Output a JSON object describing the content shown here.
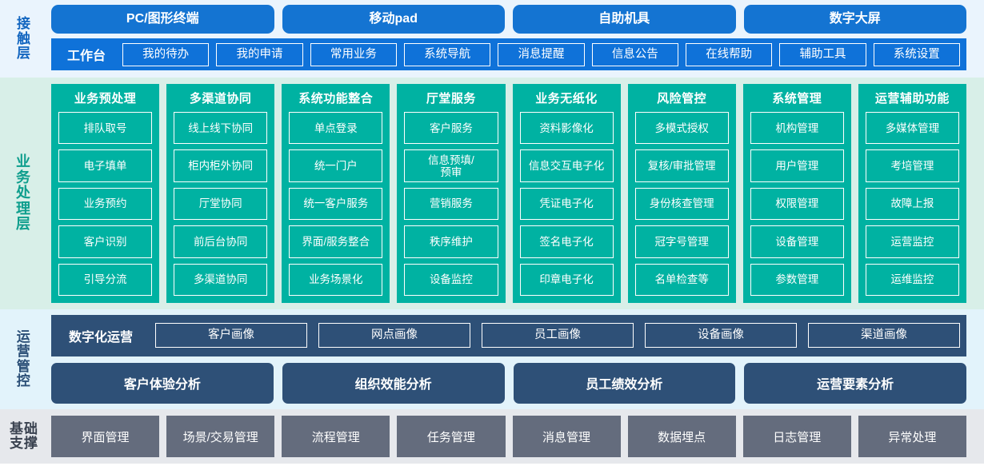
{
  "layers": {
    "contact": {
      "label": "接触层",
      "channels": [
        "PC/图形终端",
        "移动pad",
        "自助机具",
        "数字大屏"
      ],
      "workbench_title": "工作台",
      "workbench_items": [
        "我的待办",
        "我的申请",
        "常用业务",
        "系统导航",
        "消息提醒",
        "信息公告",
        "在线帮助",
        "辅助工具",
        "系统设置"
      ]
    },
    "business": {
      "label": "业务处理层",
      "columns": [
        {
          "title": "业务预处理",
          "items": [
            "排队取号",
            "电子填单",
            "业务预约",
            "客户识别",
            "引导分流"
          ]
        },
        {
          "title": "多渠道协同",
          "items": [
            "线上线下协同",
            "柜内柜外协同",
            "厅堂协同",
            "前后台协同",
            "多渠道协同"
          ]
        },
        {
          "title": "系统功能整合",
          "items": [
            "单点登录",
            "统一门户",
            "统一客户服务",
            "界面/服务整合",
            "业务场景化"
          ]
        },
        {
          "title": "厅堂服务",
          "items": [
            "客户服务",
            "信息预填/\n预审",
            "营销服务",
            "秩序维护",
            "设备监控"
          ]
        },
        {
          "title": "业务无纸化",
          "items": [
            "资料影像化",
            "信息交互电子化",
            "凭证电子化",
            "签名电子化",
            "印章电子化"
          ]
        },
        {
          "title": "风险管控",
          "items": [
            "多模式授权",
            "复核/审批管理",
            "身份核查管理",
            "冠字号管理",
            "名单检查等"
          ]
        },
        {
          "title": "系统管理",
          "items": [
            "机构管理",
            "用户管理",
            "权限管理",
            "设备管理",
            "参数管理"
          ]
        },
        {
          "title": "运营辅助功能",
          "items": [
            "多媒体管理",
            "考培管理",
            "故障上报",
            "运营监控",
            "运维监控"
          ]
        }
      ]
    },
    "operations": {
      "label": "运营管控",
      "digital_title": "数字化运营",
      "portraits": [
        "客户画像",
        "网点画像",
        "员工画像",
        "设备画像",
        "渠道画像"
      ],
      "analyses": [
        "客户体验分析",
        "组织效能分析",
        "员工绩效分析",
        "运营要素分析"
      ]
    },
    "foundation": {
      "label_line1": "基础",
      "label_line2": "支撑",
      "items": [
        "界面管理",
        "场景/交易管理",
        "流程管理",
        "任务管理",
        "消息管理",
        "数据埋点",
        "日志管理",
        "异常处理"
      ]
    }
  },
  "colors": {
    "contact_bg": "#eaf4fd",
    "contact_accent": "#1474d2",
    "business_bg": "#d8efe8",
    "business_accent": "#00b2a2",
    "operations_bg": "#e2f3fb",
    "operations_accent": "#2e5077",
    "foundation_bg": "#e6e8ec",
    "foundation_accent": "#646c7d"
  }
}
